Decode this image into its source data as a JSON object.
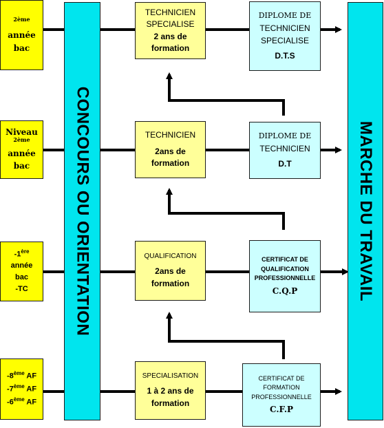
{
  "entries": [
    {
      "lines": [
        {
          "sup": "2ème",
          "text": ""
        },
        {
          "sup": "",
          "text": "année"
        },
        {
          "sup": "",
          "text": "bac"
        }
      ]
    },
    {
      "lines": [
        {
          "sup": "",
          "text": "Niveau"
        },
        {
          "sup": "2ème",
          "text": ""
        },
        {
          "sup": "",
          "text": "année"
        },
        {
          "sup": "",
          "text": "bac"
        }
      ]
    },
    {
      "lines": [
        {
          "pre": "-1",
          "sup": "ère",
          "text": ""
        },
        {
          "sup": "",
          "text": "année"
        },
        {
          "sup": "",
          "text": "bac"
        },
        {
          "sup": "",
          "text": "-TC"
        }
      ]
    },
    {
      "lines": [
        {
          "pre": "-8",
          "sup": "ème",
          "text": " AF"
        },
        {
          "pre": "-7",
          "sup": "ème",
          "text": " AF"
        },
        {
          "pre": "-6",
          "sup": "ème",
          "text": " AF"
        }
      ]
    }
  ],
  "concours": "CONCOURS OU ORIENTATION",
  "marche": "MARCHE DU TRAVAIL",
  "formations": [
    {
      "title_lines": [
        "TECHNICIEN",
        "SPECIALISE"
      ],
      "duration_lines": [
        "2 ans de",
        "formation"
      ]
    },
    {
      "title_lines": [
        "TECHNICIEN"
      ],
      "duration_lines": [
        "2ans de",
        "formation"
      ]
    },
    {
      "title_lines": [
        "QUALIFICATION"
      ],
      "duration_lines": [
        "2ans de",
        "formation"
      ]
    },
    {
      "title_lines": [
        "SPECIALISATION"
      ],
      "duration_lines": [
        "1 à 2 ans de",
        "formation"
      ]
    }
  ],
  "diplomas": [
    {
      "title_lines": [
        "DIPLOME DE",
        "TECHNICIEN",
        "SPECIALISE"
      ],
      "abbr": "D.T.S"
    },
    {
      "title_lines": [
        "DIPLOME DE",
        "TECHNICIEN"
      ],
      "abbr": "D.T"
    },
    {
      "title_lines": [
        "CERTIFICAT DE",
        "QUALIFICATION",
        "PROFESSIONNELLE"
      ],
      "abbr": "C.Q.P"
    },
    {
      "title_lines": [
        "CERTIFICAT DE",
        "FORMATION",
        "PROFESSIONNELLE"
      ],
      "abbr": "C.F.P"
    }
  ],
  "colors": {
    "entry_box": "#ffff00",
    "formation_box": "#ffff99",
    "concours_bar": "#00e5ee",
    "diploma_box": "#ccffff",
    "connector": "#000000"
  }
}
